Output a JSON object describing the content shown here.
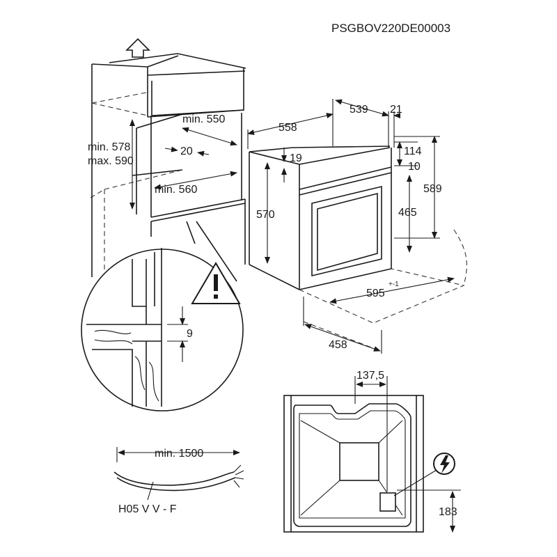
{
  "doc_code": "PSGBOV220DE00003",
  "niche": {
    "height_min": "min. 578",
    "height_max": "max. 590",
    "depth_min": "min. 550",
    "gap": "20",
    "width_min": "min. 560"
  },
  "oven": {
    "depth_total": "558",
    "depth_body": "539",
    "panel_thickness": "21",
    "top_offset": "19",
    "body_height": "570",
    "dim_114": "114",
    "dim_10": "10",
    "dim_465": "465",
    "height_total": "589",
    "width": "595",
    "width_tolerance": "+-1",
    "door_depth": "458"
  },
  "detail": {
    "clearance": "9"
  },
  "cable": {
    "length": "min. 1500",
    "type": "H05 V V - F"
  },
  "back_panel": {
    "offset_x": "137,5",
    "offset_y": "183"
  },
  "icons": [
    "arrow-up-icon",
    "warning-icon",
    "electric-plug-icon"
  ]
}
